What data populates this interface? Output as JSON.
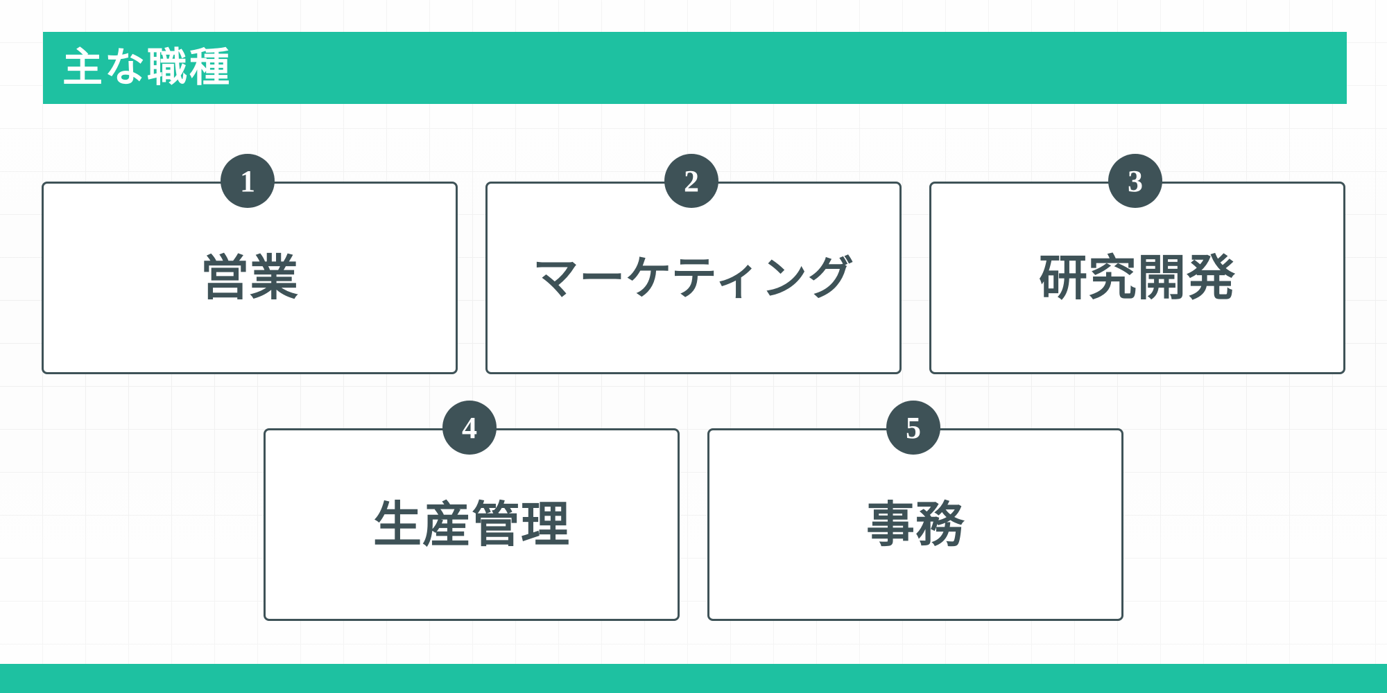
{
  "header": {
    "title": "主な職種",
    "bar_color": "#1ec1a1",
    "text_color": "#ffffff"
  },
  "theme": {
    "accent": "#1ec1a1",
    "ink": "#3e5257",
    "card_bg": "#ffffff",
    "grid_line": "#ececec",
    "page_bg": "#fdfdfd"
  },
  "cards": [
    {
      "number": "1",
      "label": "営業"
    },
    {
      "number": "2",
      "label": "マーケティング"
    },
    {
      "number": "3",
      "label": "研究開発"
    },
    {
      "number": "4",
      "label": "生産管理"
    },
    {
      "number": "5",
      "label": "事務"
    }
  ],
  "footer": {
    "bar_color": "#1ec1a1"
  }
}
